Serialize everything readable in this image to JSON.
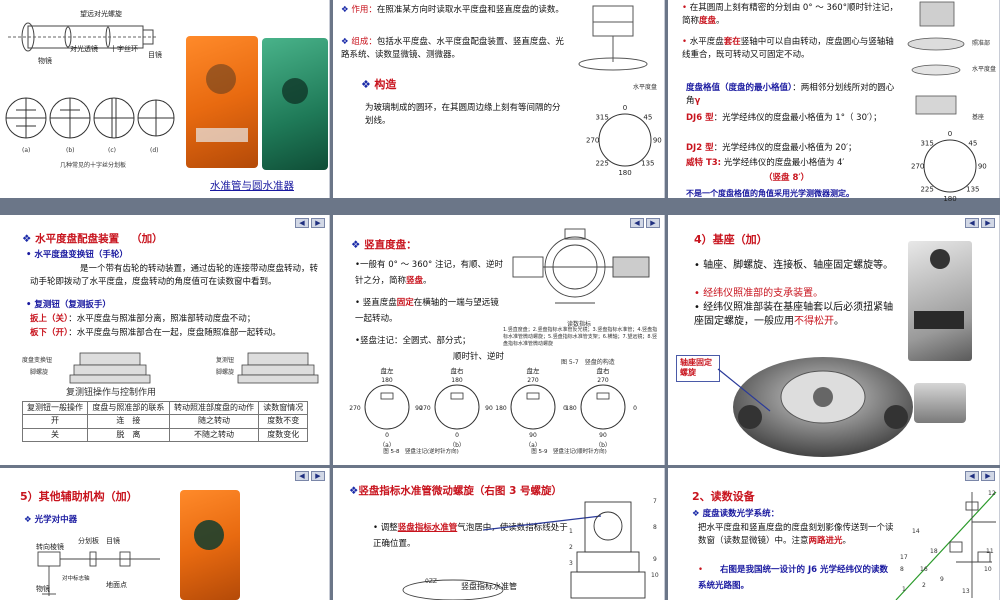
{
  "slide1": {
    "labels": {
      "ring": "望远对光螺旋",
      "thread": "十字丝环",
      "objective": "物镜",
      "focus": "对光透镜",
      "eyepiece": "目镜"
    },
    "sub_labels": [
      "(a)",
      "(b)",
      "(c)",
      "(d)"
    ],
    "caption": "几种常见的十字丝分划板",
    "photo_caption": "水准管与圆水准器"
  },
  "slide2": {
    "line1_label": "作用：",
    "line1_text": "在照准某方向时读取水平度盘和竖直度盘的读数。",
    "line2_label": "组成：",
    "line2_text": "包括水平度盘、水平度盘配盘装置、竖直度盘、光路系统、读数显微镜、测微器。",
    "heading": "构造",
    "desc": "为玻璃制成的圆环，在其圆周边缘上刻有等间隔的分划线。",
    "fig_label": "水平度盘",
    "dial": [
      "0",
      "45",
      "90",
      "135",
      "180",
      "225",
      "270",
      "315"
    ]
  },
  "slide3": {
    "p1a": "在其圆周上刻有精密的分划由 0° ～ 360°顺时针注记，简称",
    "p1b": "度盘",
    "p2a": "水平度盘",
    "p2b": "套在",
    "p2c": "竖轴中可以自由转动，度盘圆心与竖轴轴线重合，既可转动又可固定不动。",
    "p3a": "度盘格值（度盘的最小格值）",
    "p3b": "：两相邻分划线所对的圆心角",
    "p3c": "γ",
    "p4a": "DJ6 型",
    "p4b": "：光学经纬仪的度盘最小格值为 1°（ 30′）；",
    "p5a": "DJ2 型",
    "p5b": "：光学经纬仪的度盘最小格值为 20′；",
    "p6a": "威特 T3:",
    "p6b": "光学经纬仪的度盘最小格值为 4′",
    "p7": "（竖盘 8′）",
    "p8": "不是一个度盘格值的角值采用光学测微器测定。",
    "side_labels": [
      "照准部",
      "水平度盘",
      "基座"
    ],
    "dial": [
      "0",
      "45",
      "90",
      "135",
      "180",
      "225",
      "270",
      "315"
    ]
  },
  "slide4": {
    "title": "水平度盘配盘装置",
    "title_suffix": "（加）",
    "b1": "水平度盘变换钮（手轮）",
    "b1_text": "是一个带有齿轮的转动装置，通过齿轮的连接带动度盘转动，转动手轮即拨动了水平度盘，度盘转动的角度值可在读数窗中看到。",
    "b2": "复测钮（复测扳手）",
    "up_label": "扳上（关）",
    "up_text": "：水平度盘与照准部分离，照准部转动度盘不动；",
    "down_label": "板下（开）",
    "down_text": "：水平度盘与照准部合在一起，度盘随照准部一起转动。",
    "fig_left": [
      "度盘变换钮",
      "脚螺旋"
    ],
    "fig_right": [
      "复测钮",
      "脚螺旋"
    ],
    "table_caption": "复测钮操作与控制作用",
    "table_header": [
      "复测钮一般操作",
      "度盘与照准部的联系",
      "转动照准部度盘的动作",
      "读数窗情况"
    ],
    "table_rows": [
      [
        "开",
        "连　接",
        "随之转动",
        "度数不变"
      ],
      [
        "关",
        "脱　离",
        "不随之转动",
        "度数变化"
      ]
    ]
  },
  "slide5": {
    "heading": "竖直度盘：",
    "p1": "一般有 0° ～ 360° 注记，有顺、逆时针之分，简称",
    "p1b": "竖盘",
    "p2a": "竖直度盘",
    "p2b": "固定",
    "p2c": "在横轴的一端与望远镜一起转动。",
    "p3a": "竖盘注记：全圆式、部分式；",
    "p3b": "顺时针、逆时",
    "fig_top_caption": "1.竖直度盘；2.竖盘指标水准管反光镜；3.竖盘指标水准管；4.竖盘指标水准管微动螺旋；5.竖盘指标水准管支架；6.横轴；7.望远镜；8.竖盘指标水准管微动螺旋",
    "fig_top_num": "图 5-7　竖盘的构造",
    "tick_label": "读数指标",
    "dial_titles": [
      "盘左",
      "盘右",
      "盘左",
      "盘右"
    ],
    "dial_letters": [
      "（a）",
      "（b）",
      "（a）",
      "（b）"
    ],
    "fig_cap_l": "图 5-8　竖盘注记(逆时针方向)",
    "fig_cap_r": "图 5-9　竖盘注记(顺时针方向)",
    "dial_nums_l": [
      "180",
      "0",
      "270",
      "90"
    ],
    "dial_nums_r": [
      "270",
      "90",
      "180",
      "0"
    ]
  },
  "slide6": {
    "title": "4）基座（加）",
    "b1": "轴座、脚螺旋、连接板、轴座固定螺旋等。",
    "b2": "经纬仪照准部的支承装置。",
    "b3a": "经纬仪照准部装在基座轴套以后必须扭紧轴座固定螺旋，一般应用",
    "b3b": "不得松开",
    "tag": "轴座固定螺旋"
  },
  "slide7": {
    "title": "5）其他辅助机构（加）",
    "b1": "光学对中器",
    "labels": [
      "转向棱镜",
      "分划板",
      "目镜",
      "物镜",
      "对中标志轴",
      "地面点"
    ]
  },
  "slide8": {
    "heading": "竖盘指标水准管微动螺旋（右图 3 号螺旋）",
    "bullet_a": "调整",
    "bullet_b": "竖盘指标水准管",
    "bullet_c": "气泡居中，使读数指标线处于正确位置。",
    "label_bottom": "竖盘指标水准管",
    "oz": "0ZZ",
    "nums": [
      "7",
      "8",
      "9",
      "10",
      "1",
      "2",
      "3"
    ]
  },
  "slide9": {
    "title": "2、读数设备",
    "b1": "度盘读数光学系统：",
    "p1a": "把水平度盘和竖直度盘的度盘刻划影像传送到一个读数窗（读数显微镜）中。注意",
    "p1b": "两路进光",
    "p1c": "。",
    "p2": "右图是我国统一设计的 J6 光学经纬仪的读数系统光路图。",
    "nums": [
      "12",
      "11",
      "14",
      "18",
      "17",
      "16",
      "8",
      "9",
      "10",
      "1",
      "2",
      "13"
    ]
  },
  "nav": {
    "prev": "◀",
    "next": "▶"
  }
}
